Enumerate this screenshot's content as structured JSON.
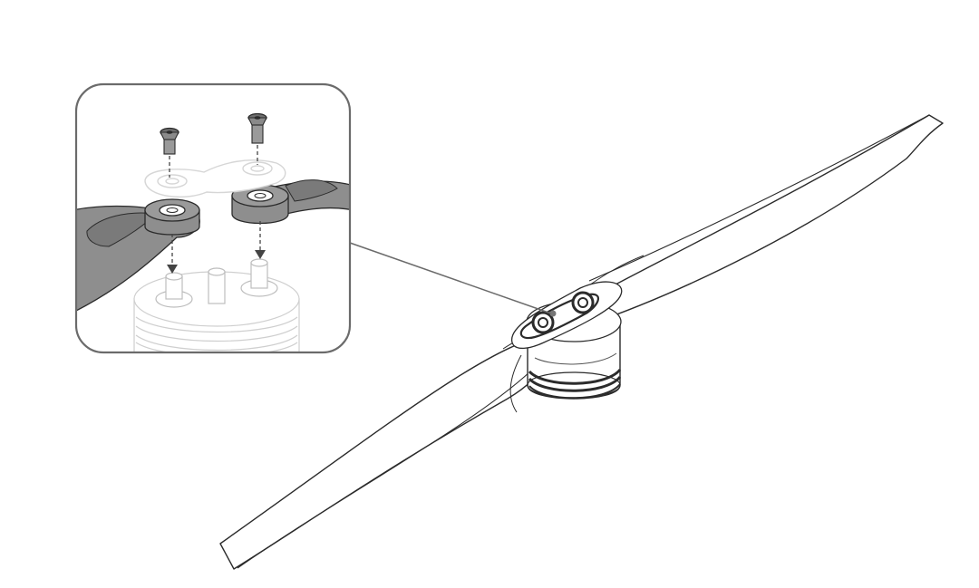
{
  "diagram": {
    "subject": "propeller-installation",
    "components": [
      {
        "id": "propeller",
        "icon": "propeller-icon"
      },
      {
        "id": "motor",
        "icon": "motor-icon"
      },
      {
        "id": "mounting-screw-left",
        "icon": "screw-icon"
      },
      {
        "id": "mounting-screw-right",
        "icon": "screw-icon"
      },
      {
        "id": "hub-clamp-plate",
        "icon": "clamp-plate-icon"
      },
      {
        "id": "motor-shaft-left",
        "icon": "shaft-icon"
      },
      {
        "id": "motor-shaft-center",
        "icon": "shaft-icon"
      },
      {
        "id": "motor-shaft-right",
        "icon": "shaft-icon"
      }
    ],
    "colors": {
      "outline": "#2b2b2b",
      "inset_border": "#6b6b6b",
      "blade_fill": "#ffffff",
      "blade_dark": "#8e8e8e",
      "metal": "#9a9a9a",
      "ghost": "#d6d6d6",
      "callout_dot": "#777777"
    }
  }
}
